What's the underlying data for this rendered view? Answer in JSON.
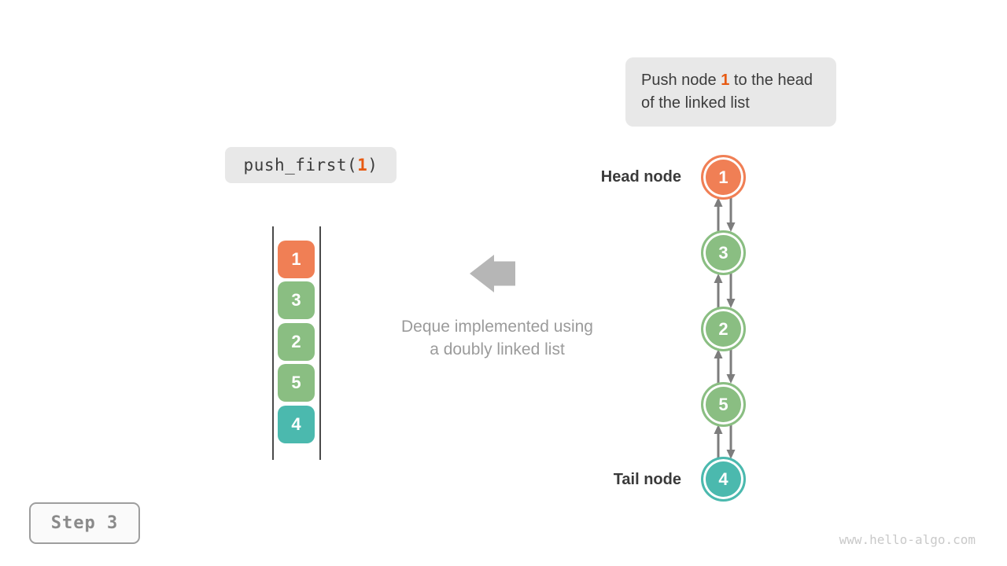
{
  "colors": {
    "orange": "#F07F55",
    "green": "#8ABE82",
    "teal": "#4BB9AE",
    "highlight": "#E75A12",
    "box-bg": "#E8E8E8",
    "dark-text": "#3C3C3C",
    "label-text": "#3A3A3A",
    "gray-text": "#9B9B9B",
    "arrow": "#7D7D7D",
    "big-arrow": "#B6B6B6",
    "stack-line": "#4A4A4A",
    "step-text": "#8A8A8A",
    "step-border": "#9E9E9E",
    "step-bg": "#FAFAFA",
    "watermark": "#C9C9C9"
  },
  "annotation": {
    "before": "Push node ",
    "value": "1",
    "after": " to the head of the linked list"
  },
  "operation": {
    "before": "push_first(",
    "arg": "1",
    "after": ")"
  },
  "stack": {
    "items": [
      {
        "value": "1",
        "color": "orange"
      },
      {
        "value": "3",
        "color": "green"
      },
      {
        "value": "2",
        "color": "green"
      },
      {
        "value": "5",
        "color": "green"
      },
      {
        "value": "4",
        "color": "teal"
      }
    ]
  },
  "caption": {
    "line1": "Deque implemented using",
    "line2": "a doubly linked list"
  },
  "linked_list": {
    "head_label": "Head node",
    "tail_label": "Tail node",
    "nodes": [
      {
        "value": "1",
        "color": "orange"
      },
      {
        "value": "3",
        "color": "green"
      },
      {
        "value": "2",
        "color": "green"
      },
      {
        "value": "5",
        "color": "green"
      },
      {
        "value": "4",
        "color": "teal"
      }
    ]
  },
  "step": {
    "label": "Step 3"
  },
  "watermark": "www.hello-algo.com"
}
